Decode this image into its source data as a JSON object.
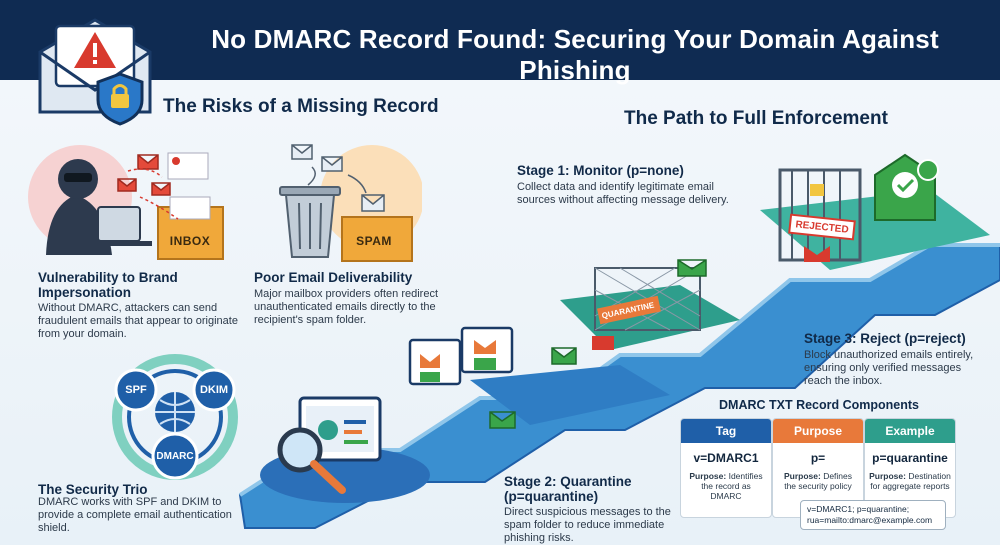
{
  "header": {
    "title": "No DMARC Record Found: Securing Your Domain Against Phishing"
  },
  "risks": {
    "heading": "The Risks of a Missing Record",
    "impersonation": {
      "title": "Vulnerability to Brand Impersonation",
      "body": "Without DMARC, attackers can send fraudulent emails that appear to originate from your domain.",
      "folder_label": "INBOX"
    },
    "deliverability": {
      "title": "Poor Email Deliverability",
      "body": "Major mailbox providers often redirect unauthenticated emails directly to the recipient's spam folder.",
      "folder_label": "SPAM"
    },
    "trio": {
      "title": "The Security Trio",
      "body": "DMARC works with SPF and DKIM to provide a complete email authentication shield.",
      "spf": "SPF",
      "dkim": "DKIM",
      "dmarc": "DMARC"
    }
  },
  "path": {
    "heading": "The Path to Full Enforcement",
    "stage1": {
      "title": "Stage 1: Monitor (p=none)",
      "body": "Collect data and identify legitimate email sources without affecting message delivery."
    },
    "stage2": {
      "title": "Stage 2: Quarantine (p=quarantine)",
      "body": "Direct suspicious messages to the spam folder to reduce immediate phishing risks.",
      "sign": "QUARANTINE"
    },
    "stage3": {
      "title": "Stage 3: Reject (p=reject)",
      "body": "Block unauthorized emails entirely, ensuring only verified messages reach the inbox.",
      "sign": "REJECTED"
    }
  },
  "record": {
    "title": "DMARC TXT Record Components",
    "columns": [
      {
        "header": "Tag",
        "value": "v=DMARC1",
        "desc_label": "Purpose:",
        "desc": "Identifies the record as DMARC",
        "color": "#1f5fa8"
      },
      {
        "header": "Purpose",
        "value": "p=",
        "desc_label": "Purpose:",
        "desc": "Defines the security policy",
        "color": "#e8793a"
      },
      {
        "header": "Example",
        "value": "p=quarantine",
        "desc_label": "Purpose:",
        "desc": "Destination for aggregate reports",
        "color": "#2e9e8c"
      }
    ],
    "example_line1": "v=DMARC1; p=quarantine;",
    "example_line2": "rua=mailto:dmarc@example.com"
  },
  "colors": {
    "navy": "#0f2b52",
    "teal": "#2e9e8c",
    "orange": "#e8793a",
    "red": "#d83a2e",
    "green": "#3aa54a",
    "blue": "#1f5fa8"
  }
}
